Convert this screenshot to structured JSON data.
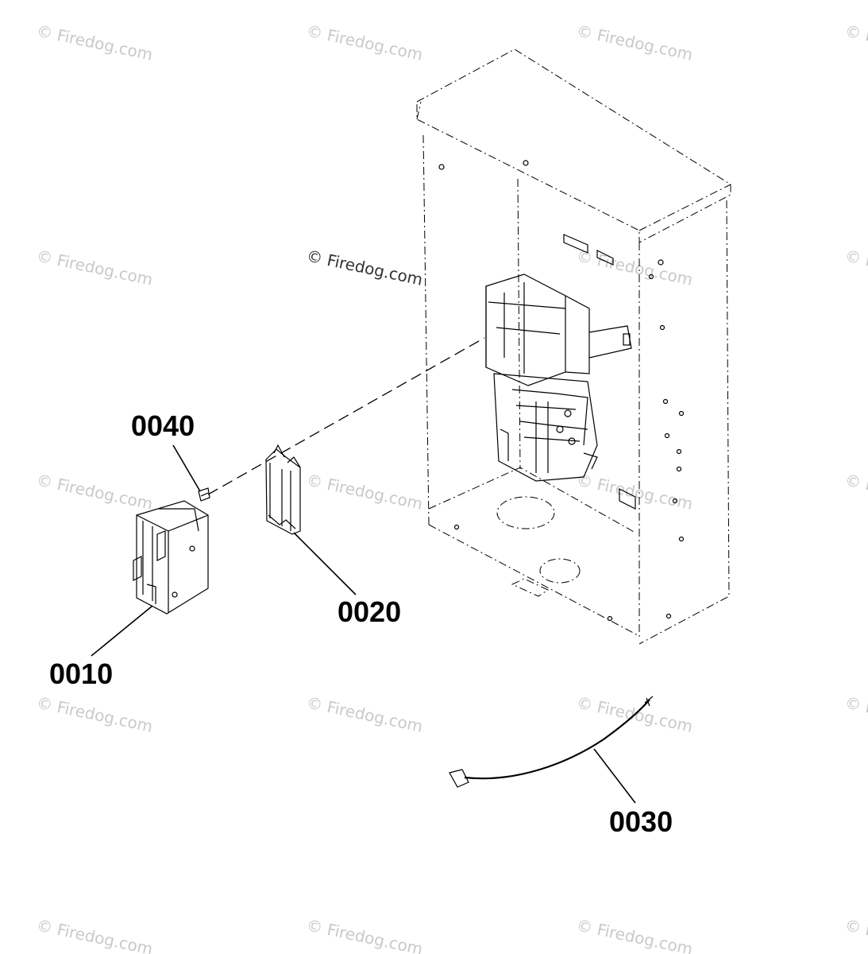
{
  "watermark": {
    "text": "© Firedog.com"
  },
  "callouts": {
    "p0040": "0040",
    "p0020": "0020",
    "p0010": "0010",
    "p0030": "0030"
  }
}
